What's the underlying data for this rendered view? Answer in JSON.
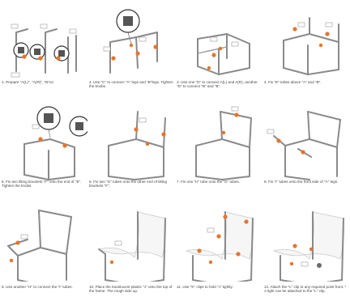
{
  "steps": [
    {
      "caption": "1.  Prepare \"A(L)\", \"A(R)\", \"B\"x2."
    },
    {
      "caption": "2.  Use \"C\" to connect \"A\" legs and \"B\"legs. Tighten the knobs."
    },
    {
      "caption": "3.  Use one \"D\" to connect A(L) and A(R), another \"D\" to connect \"B\" and \"B\"."
    },
    {
      "caption": "4.  Fix \"E\" tubes above \"A\" and \"B\"."
    },
    {
      "caption": "5.  Fix two tilting brackets \"F\" onto the end of \"E\". Tighten the knobs."
    },
    {
      "caption": "6.  Fix two \"G\" tubes onto the other end of tilting brackets \"F\"."
    },
    {
      "caption": "7.  Fix one \"H\" tube onto the \"G\" tubes."
    },
    {
      "caption": "8.  Fix \"I\" tubes onto the front side of \"A\" legs."
    },
    {
      "caption": "9.  Use another \"H\" to connect the \"I\" tubes."
    },
    {
      "caption": "10.  Place the translucent plastic \"J\" onto the top of the frame. The rough side up."
    },
    {
      "caption": "11.  Use \"K\" clips to hold \"J\" tightly."
    },
    {
      "caption": "12.  Attach the \"L\" clip to any required point  front.   * A light can be attached to the \"L\" clip."
    }
  ],
  "part_labels": [
    "A",
    "B",
    "C",
    "D",
    "E",
    "F",
    "G",
    "H",
    "I",
    "J",
    "K",
    "L"
  ],
  "colors": {
    "tube": "#8a8a8a",
    "knob": "#e8742a",
    "joint": "#6b6b6b"
  }
}
